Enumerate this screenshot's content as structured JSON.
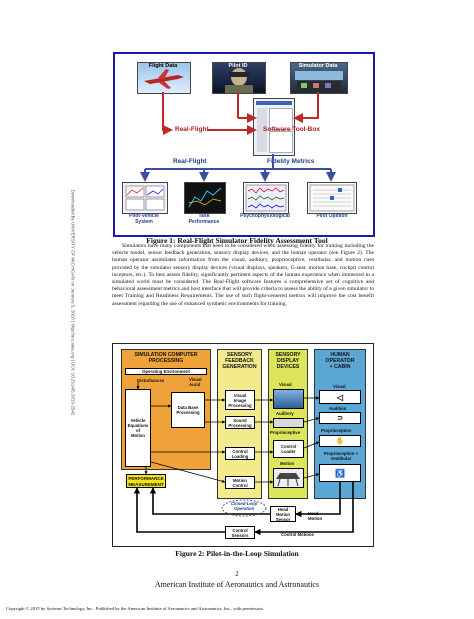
{
  "figure1": {
    "photos": [
      {
        "label": "Flight Data"
      },
      {
        "label": "Pilot ID"
      },
      {
        "label": "Simulator Data"
      }
    ],
    "left_label": "Real-Flight",
    "right_label": "Software Tool-Box",
    "branch_left": "Real-Flight",
    "branch_right": "Fidelity Metrics",
    "thumbs": [
      {
        "label": "Pilot-Vehicle\nSystem"
      },
      {
        "label": "Task\nPerformance"
      },
      {
        "label": "Psychophysiological"
      },
      {
        "label": "Pilot Opinion"
      }
    ],
    "caption": "Figure 1: Real-Flight Simulator Fidelity Assessment Tool"
  },
  "paragraph": "Simulators have many components that need to be considered when assessing fidelity for training including the vehicle model, sensor feedback generation, sensory display devices, and the human operator (see Figure 2). The human operator assimilates information from the visual, auditory, proprioceptive, vestibular, and motion cues provided by the simulator sensory display devices (visual displays, speakers, G-seat, motion base, cockpit control inceptors, etc.). To best assess fidelity, significantly pertinent aspects of the human experience when immersed in a simulated world must be considered. The Real-Flight software features a comprehensive set of cognitive and behavioral assessment metrics and host interface that will provide criteria to assess the ability of a given simulator to meet Training and Readiness Requirements. The use of such flight-centered metrics will improve the cost benefit assessment regarding the use of enhanced synthetic environments for training.",
  "figure2": {
    "col1": {
      "title": "SIMULATION COMPUTER\nPROCESSING"
    },
    "col2": {
      "title": "SENSORY\nFEEDBACK\nGENERATION"
    },
    "col3": {
      "title": "SENSORY\nDISPLAY\nDEVICES"
    },
    "col4": {
      "title": "HUMAN\nOPERATOR\n+ CABIN"
    },
    "operating_env": "Operating Environment",
    "disturbances": "Disturbances",
    "visual_aural": "Visual\nAural",
    "vehicle_eq": "Vehicle\nEquations\nof\nMotion",
    "database": "Data Base\nProcessing",
    "visual_image": "Visual\nImage\nProcessing",
    "sound": "Sound\nProcessing",
    "control_loading": "Control\nLoading",
    "motion_control": "Motion\nControl",
    "visual": "Visual",
    "auditory": "Auditory",
    "proprioceptive": "Proprioceptive",
    "control_loader": "Control\nLoader",
    "motion": "Motion",
    "h_visual": "Visual",
    "h_audition": "Audition",
    "h_proprioception": "Proprioception",
    "h_propvest": "Proprioception + Vestibular",
    "perf_meas": "PERFORMANCE\nMEASUREMENT",
    "closed_loop": "Closed-Loop\nOperation",
    "head_motion": "Head\nMotion\nSensor",
    "head_motion2": "Head\nMotion",
    "control_sensors": "Control\nSensors",
    "control_motions": "Control Motions",
    "caption": "Figure 2: Pilot-in-the-Loop Simulation"
  },
  "footer": {
    "page_number": "2",
    "org": "American Institute of Aeronautics and Astronautics",
    "copyright": "Copyright © 2015 by Systems Technology, Inc.. Published by the American Institute of Aeronautics and Astronautics, Inc., with permission.",
    "sidebar": "Downloaded by UNIVERSITY OF MICHIGAN on January 5, 2016 | http://arc.aiaa.org | DOI: 10.2514/6.2015-2542"
  },
  "colors": {
    "fig1_border": "#1a1aa8",
    "red_arrow": "#c0282a",
    "blue_arrow": "#3b4fa0",
    "col1_fill": "#f0a23a",
    "col2_fill": "#f3ea8c",
    "col3_fill": "#dde65a",
    "col4_fill": "#5ba7d6",
    "perf_fill": "#f2e21c"
  }
}
